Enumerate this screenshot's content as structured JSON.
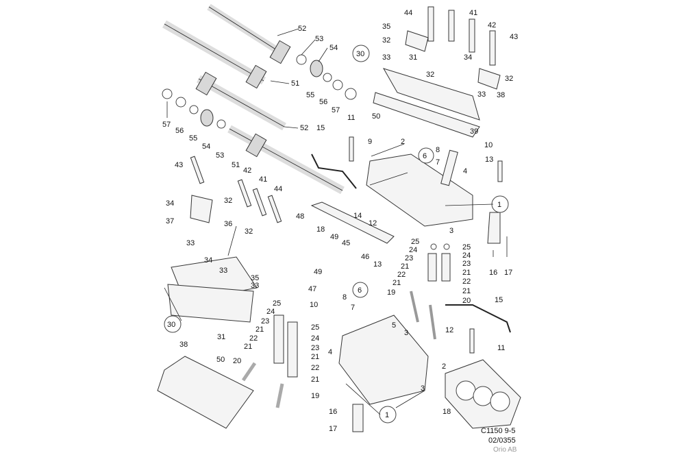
{
  "callouts": [
    "44",
    "41",
    "35",
    "42",
    "32",
    "43",
    "30",
    "33",
    "31",
    "34",
    "32",
    "32",
    "33",
    "38",
    "50",
    "39",
    "52",
    "53",
    "54",
    "51",
    "55",
    "56",
    "57",
    "57",
    "56",
    "55",
    "54",
    "53",
    "51",
    "52",
    "15",
    "11",
    "9",
    "2",
    "8",
    "6",
    "7",
    "10",
    "13",
    "4",
    "1",
    "43",
    "42",
    "41",
    "44",
    "34",
    "32",
    "37",
    "36",
    "33",
    "32",
    "34",
    "33",
    "35",
    "33",
    "48",
    "49",
    "45",
    "49",
    "46",
    "47",
    "13",
    "14",
    "12",
    "18",
    "3",
    "25",
    "24",
    "23",
    "21",
    "22",
    "21",
    "19",
    "25",
    "24",
    "23",
    "21",
    "22",
    "21",
    "20",
    "16",
    "17",
    "15",
    "30",
    "38",
    "31",
    "25",
    "24",
    "23",
    "21",
    "22",
    "21",
    "20",
    "50",
    "25",
    "24",
    "23",
    "21",
    "22",
    "21",
    "19",
    "10",
    "8",
    "7",
    "6",
    "5",
    "3",
    "4",
    "12",
    "11",
    "2",
    "1",
    "3",
    "16",
    "17",
    "18"
  ],
  "footer": {
    "code": "C1150 9-5",
    "date": "02/0355",
    "brand": "Orio AB"
  }
}
